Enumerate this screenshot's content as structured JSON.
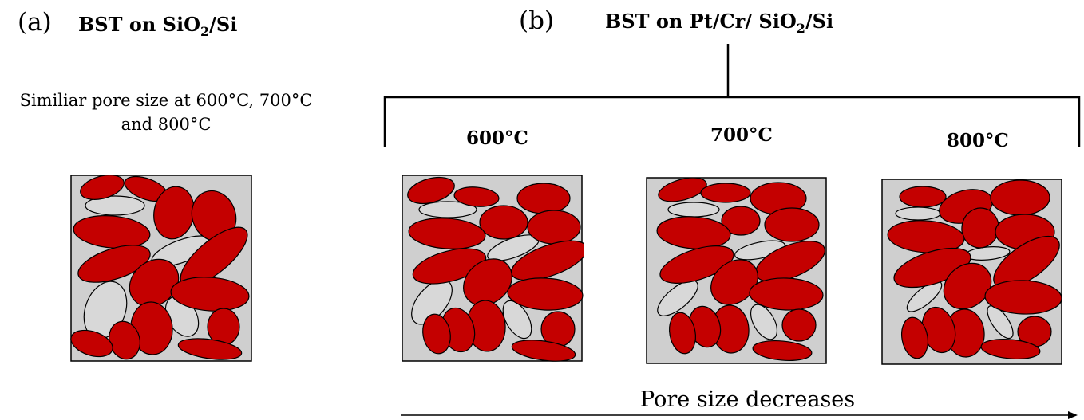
{
  "panel_a": {
    "letter": "(a)",
    "title_pre": "BST on SiO",
    "title_sub": "2",
    "title_post": "/Si",
    "note_line1": "Similiar pore size at 600°C, 700°C",
    "note_line2": "and 800°C"
  },
  "panel_b": {
    "letter": "(b)",
    "title_pre": "BST on Pt/Cr/ SiO",
    "title_sub": "2",
    "title_post": "/Si",
    "temperatures": [
      "600°C",
      "700°C",
      "800°C"
    ]
  },
  "caption": "Pore size decreases",
  "colors": {
    "grain": "#c40000",
    "pore": "#d8d8d8",
    "background": "#cfcfcf",
    "outline": "#000000"
  }
}
